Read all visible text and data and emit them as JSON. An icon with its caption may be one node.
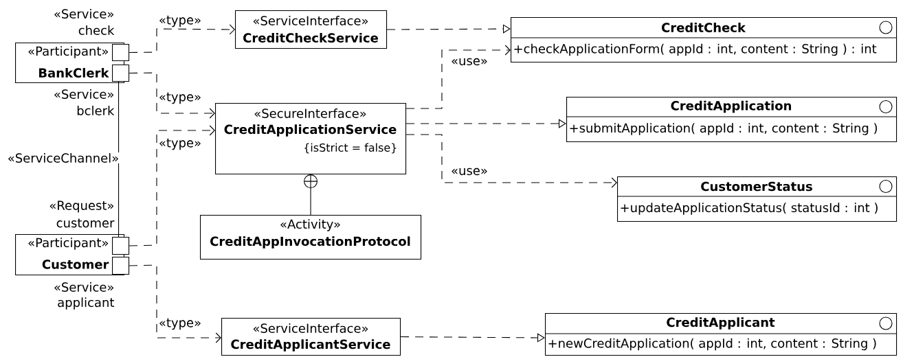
{
  "diagram": {
    "nodes": [
      {
        "text": [
          "«Participant»",
          "BankClerk"
        ]
      },
      {
        "text": [],
        "shape": "box",
        "beside": [
          "«Service»",
          "check"
        ]
      },
      {
        "text": [],
        "shape": "box",
        "beside": [
          "«Service»",
          "bclerk"
        ]
      },
      {
        "text": [
          "«Participant»",
          "Customer"
        ]
      },
      {
        "text": [],
        "shape": "box",
        "beside": [
          "«Request»",
          "customer"
        ]
      },
      {
        "text": [],
        "shape": "box",
        "beside": [
          "«Service»",
          "applicant"
        ]
      },
      {
        "text": [
          "«ServiceInterface»",
          "CreditCheckService"
        ]
      },
      {
        "text": [
          "«SecureInterface»",
          "CreditApplicationService",
          "{isStrict = false}"
        ]
      },
      {
        "text": [
          "«Activity»",
          "CreditAppInvocationProtocol"
        ]
      },
      {
        "text": [
          "«ServiceInterface»",
          "CreditApplicantService"
        ]
      },
      {
        "text": [
          "CreditCheck",
          "+checkApplicationForm( appId : int, content : String ) : int"
        ]
      },
      {
        "text": [
          "CreditApplication",
          "+submitApplication( appId : int, content : String )"
        ]
      },
      {
        "text": [
          "CustomerStatus",
          "+updateApplicationStatus( statusId : int )"
        ]
      },
      {
        "text": [
          "CreditApplicant",
          "+newCreditApplication( appId : int, content : String )"
        ]
      }
    ],
    "edges": [
      {
        "from": 1,
        "to": 6,
        "arrow": "to",
        "label": "«type»",
        "style": "dashed"
      },
      {
        "from": 2,
        "to": 7,
        "arrow": "to",
        "label": "«type»",
        "style": "dashed"
      },
      {
        "from": 4,
        "to": 7,
        "arrow": "to",
        "label": "«type»",
        "style": "dashed"
      },
      {
        "from": 5,
        "to": 9,
        "arrow": "to",
        "label": "«type»",
        "style": "dashed"
      },
      {
        "from": 2,
        "to": 4,
        "arrow": "none",
        "label": "«ServiceChannel»"
      },
      {
        "from": 6,
        "to": 10,
        "arrow": "to",
        "style": "dashed"
      },
      {
        "from": 7,
        "to": 10,
        "arrow": "to",
        "label": "«use»",
        "style": "dashed"
      },
      {
        "from": 7,
        "to": 11,
        "arrow": "to",
        "style": "dashed"
      },
      {
        "from": 7,
        "to": 12,
        "arrow": "to",
        "label": "«use»",
        "style": "dashed"
      },
      {
        "from": 9,
        "to": 13,
        "arrow": "to",
        "style": "dashed"
      },
      {
        "from": 7,
        "to": 8,
        "arrow": "other"
      }
    ]
  }
}
